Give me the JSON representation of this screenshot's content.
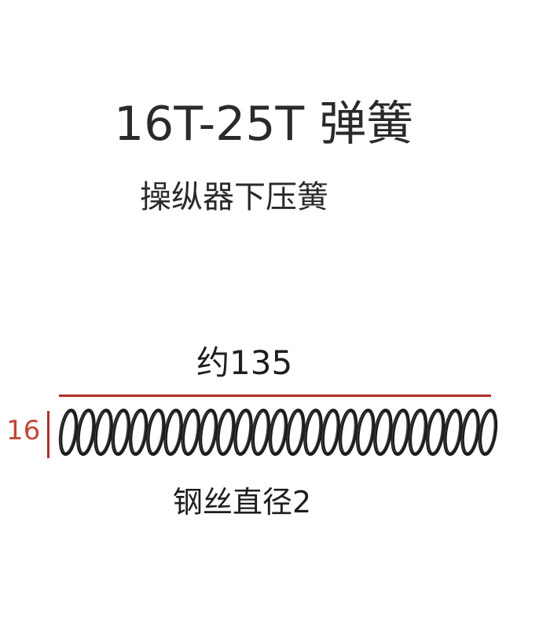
{
  "title": "16T-25T 弹簧",
  "subtitle": "操纵器下压簧",
  "dimensions": {
    "length_label": "约135",
    "diameter_label": "16",
    "wire_label": "钢丝直径2"
  },
  "colors": {
    "dimension_line": "#b0302a",
    "text": "#2a2a2a",
    "spring": "#1c1c1c"
  },
  "spring": {
    "coil_count": 25
  }
}
